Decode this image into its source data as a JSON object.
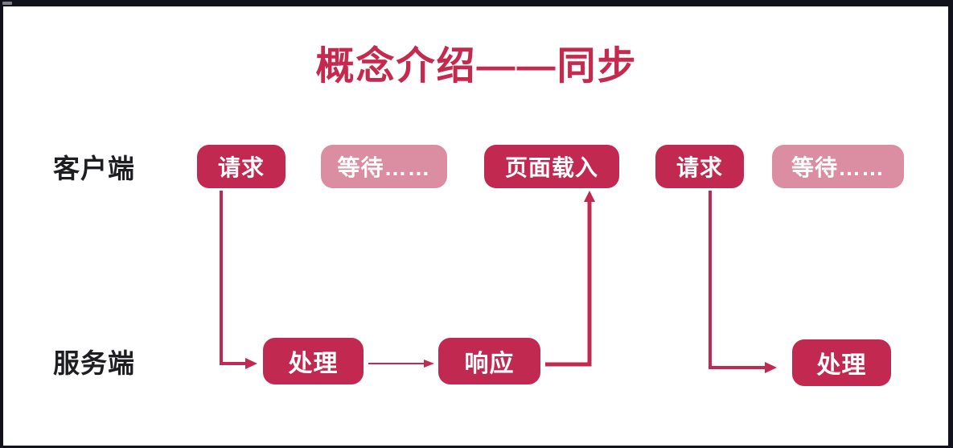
{
  "title": {
    "text": "概念介绍——同步",
    "color": "#c5294d"
  },
  "rows": {
    "client": "客户端",
    "server": "服务端"
  },
  "nodes": {
    "client": [
      {
        "label": "请求",
        "variant": "solid"
      },
      {
        "label": "等待……",
        "variant": "light"
      },
      {
        "label": "页面载入",
        "variant": "solid"
      },
      {
        "label": "请求",
        "variant": "solid"
      },
      {
        "label": "等待……",
        "variant": "light"
      }
    ],
    "server": [
      {
        "label": "处理",
        "variant": "solid"
      },
      {
        "label": "响应",
        "variant": "solid"
      },
      {
        "label": "处理",
        "variant": "solid"
      }
    ]
  },
  "arrows": [
    {
      "name": "request1-to-process1",
      "from": "请求",
      "to": "处理"
    },
    {
      "name": "process1-to-response",
      "from": "处理",
      "to": "响应"
    },
    {
      "name": "response-to-pageload",
      "from": "响应",
      "to": "页面载入"
    },
    {
      "name": "request2-to-process2",
      "from": "请求",
      "to": "处理"
    }
  ],
  "colors": {
    "box_solid": "#c22950",
    "box_light": "#db8da1",
    "arrow": "#c22950",
    "title": "#c5294d",
    "label_text": "#1d1d22",
    "box_text": "#ffffff",
    "background": "#ffffff",
    "frame_edge": "#12121c"
  }
}
